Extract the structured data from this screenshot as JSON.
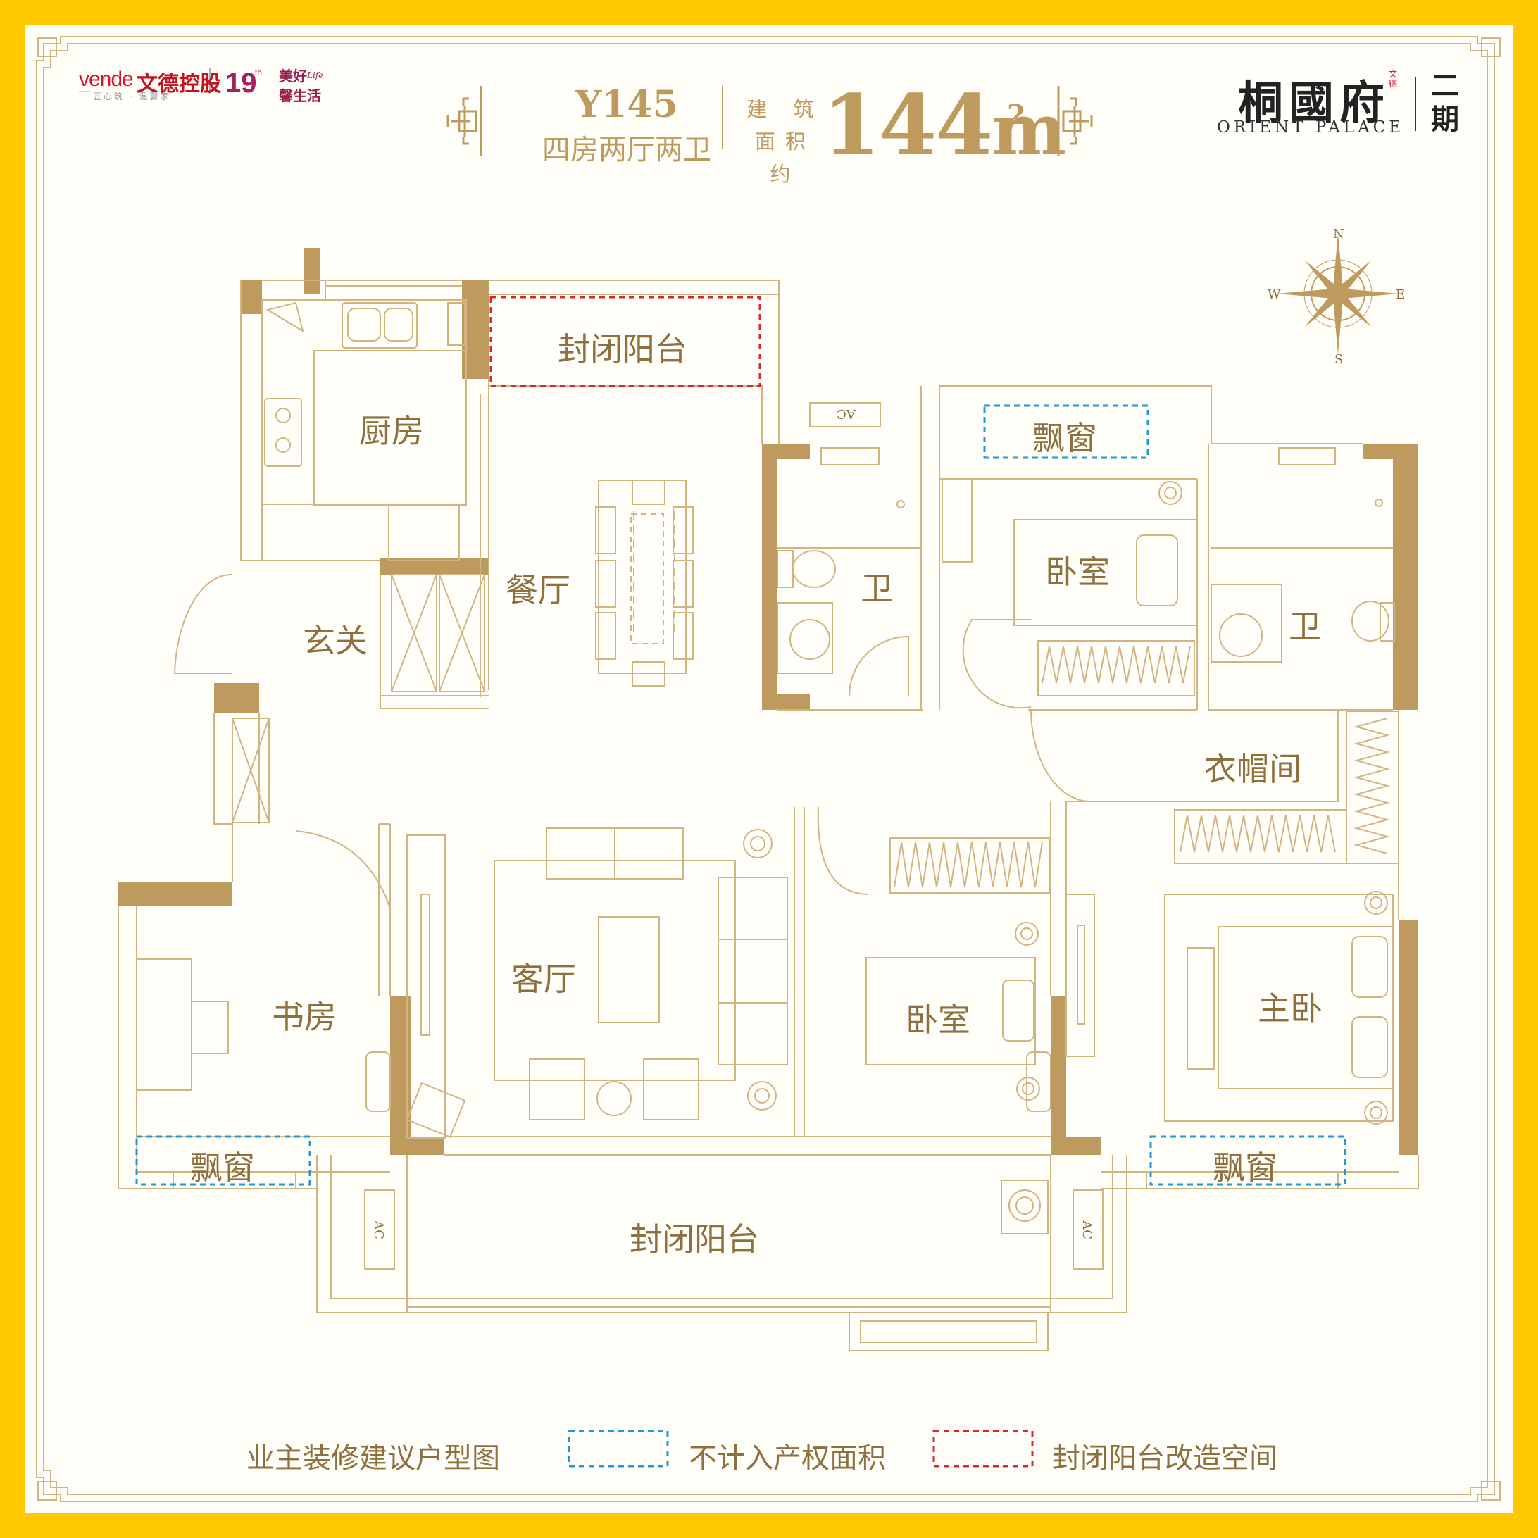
{
  "brand": {
    "name_latin": "vende",
    "name_cn": "文德控股",
    "slogan": "匠心筑 · 温馨家",
    "anniversary_num": "19",
    "anniversary_sup": "th",
    "anniversary_cn_1": "美好",
    "anniversary_cn_2": "馨生活",
    "anniversary_life": "Life"
  },
  "header": {
    "unit_code": "Y145",
    "layout_text": "四房两厅两卫",
    "area_label": "建 筑 面积约",
    "area_value": "144",
    "area_unit": "m",
    "area_unit_sup": "2"
  },
  "project": {
    "name_cn": "桐國府",
    "name_en": "ORIENT PALACE",
    "phase": "二期",
    "seal": "文德"
  },
  "compass": {
    "n": "N",
    "e": "E",
    "s": "S",
    "w": "W"
  },
  "rooms": {
    "balcony_north": "封闭阳台",
    "kitchen": "厨房",
    "dining": "餐厅",
    "foyer": "玄关",
    "bath_1": "卫",
    "bath_2": "卫",
    "bay_window_north": "飘窗",
    "bedroom_north": "卧室",
    "cloakroom": "衣帽间",
    "living": "客厅",
    "study": "书房",
    "bedroom_south": "卧室",
    "master_bedroom": "主卧",
    "bay_window_sw": "飘窗",
    "bay_window_se": "飘窗",
    "balcony_south": "封闭阳台"
  },
  "ac_labels": {
    "ac": "AC"
  },
  "legend": {
    "title": "业主装修建议户型图",
    "blue_label": "不计入产权面积",
    "red_label": "封闭阳台改造空间",
    "blue_color": "#1E9BD7",
    "red_color": "#D8262F"
  },
  "colors": {
    "background": "#FFC800",
    "panel": "#FFFEF9",
    "wall": "#BF9A5E",
    "line": "#D2B483",
    "text": "#8E6F3E"
  }
}
